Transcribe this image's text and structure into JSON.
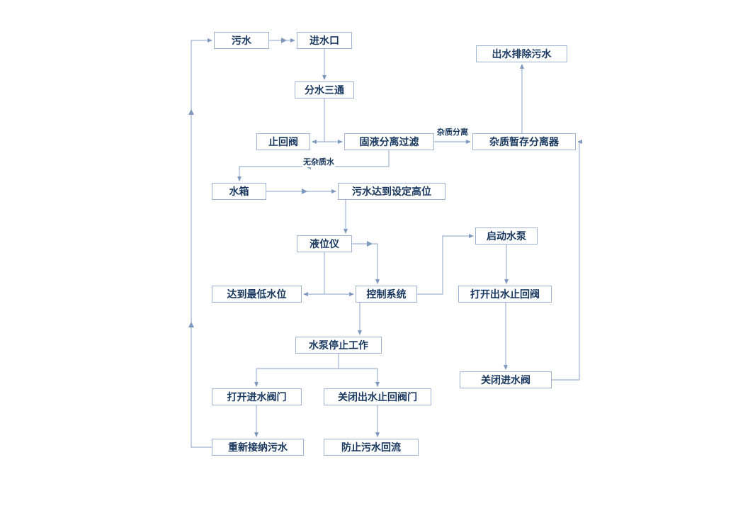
{
  "diagram": {
    "type": "flowchart",
    "language": "zh-CN",
    "colors": {
      "background": "#FFFFFF",
      "box_fill": "#FFFFFF",
      "box_border": "#9EB4D2",
      "box_text": "#17375E",
      "line": "#9EB4D2",
      "arrowhead": "#7E99BD"
    },
    "nodes": [
      {
        "id": "sewage",
        "label": "污水"
      },
      {
        "id": "water-inlet",
        "label": "进水口"
      },
      {
        "id": "water-splitting-tee",
        "label": "分水三通"
      },
      {
        "id": "check-valve",
        "label": "止回阀"
      },
      {
        "id": "solid-liquid-separation-filter",
        "label": "固液分离过滤"
      },
      {
        "id": "outlet-discharge-sewage",
        "label": "出水排除污水"
      },
      {
        "id": "impurity-storage-separator",
        "label": "杂质暂存分离器"
      },
      {
        "id": "water-tank",
        "label": "水箱"
      },
      {
        "id": "sewage-reaches-set-high-level",
        "label": "污水达到设定高位"
      },
      {
        "id": "level-gauge",
        "label": "液位仪"
      },
      {
        "id": "start-pump",
        "label": "启动水泵"
      },
      {
        "id": "reach-lowest-water-level",
        "label": "达到最低水位"
      },
      {
        "id": "control-system",
        "label": "控制系统"
      },
      {
        "id": "open-outlet-check-valve",
        "label": "打开出水止回阀"
      },
      {
        "id": "pump-stops-working",
        "label": "水泵停止工作"
      },
      {
        "id": "close-inlet-valve",
        "label": "关闭进水阀"
      },
      {
        "id": "open-inlet-valve",
        "label": "打开进水阀门"
      },
      {
        "id": "close-outlet-check-valve",
        "label": "关闭出水止回阀门"
      },
      {
        "id": "re-accept-sewage",
        "label": "重新接纳污水"
      },
      {
        "id": "prevent-sewage-backflow",
        "label": "防止污水回流"
      }
    ],
    "edges": [
      {
        "from": "sewage",
        "to": "water-inlet"
      },
      {
        "from": "water-inlet",
        "to": "water-splitting-tee"
      },
      {
        "from": "water-splitting-tee",
        "to": "check-valve"
      },
      {
        "from": "water-splitting-tee",
        "to": "solid-liquid-separation-filter"
      },
      {
        "from": "solid-liquid-separation-filter",
        "to": "impurity-storage-separator",
        "label": "杂质分离"
      },
      {
        "from": "impurity-storage-separator",
        "to": "outlet-discharge-sewage"
      },
      {
        "from": "solid-liquid-separation-filter",
        "to": "water-tank",
        "label": "无杂质水"
      },
      {
        "from": "water-tank",
        "to": "sewage-reaches-set-high-level"
      },
      {
        "from": "sewage-reaches-set-high-level",
        "to": "level-gauge"
      },
      {
        "from": "level-gauge",
        "to": "control-system"
      },
      {
        "from": "level-gauge",
        "to": "reach-lowest-water-level"
      },
      {
        "from": "reach-lowest-water-level",
        "to": "control-system"
      },
      {
        "from": "control-system",
        "to": "start-pump"
      },
      {
        "from": "start-pump",
        "to": "open-outlet-check-valve"
      },
      {
        "from": "open-outlet-check-valve",
        "to": "close-inlet-valve"
      },
      {
        "from": "close-inlet-valve",
        "to": "impurity-storage-separator"
      },
      {
        "from": "control-system",
        "to": "pump-stops-working"
      },
      {
        "from": "pump-stops-working",
        "to": "open-inlet-valve"
      },
      {
        "from": "pump-stops-working",
        "to": "close-outlet-check-valve"
      },
      {
        "from": "open-inlet-valve",
        "to": "re-accept-sewage"
      },
      {
        "from": "close-outlet-check-valve",
        "to": "prevent-sewage-backflow"
      },
      {
        "from": "re-accept-sewage",
        "to": "sewage"
      }
    ]
  }
}
